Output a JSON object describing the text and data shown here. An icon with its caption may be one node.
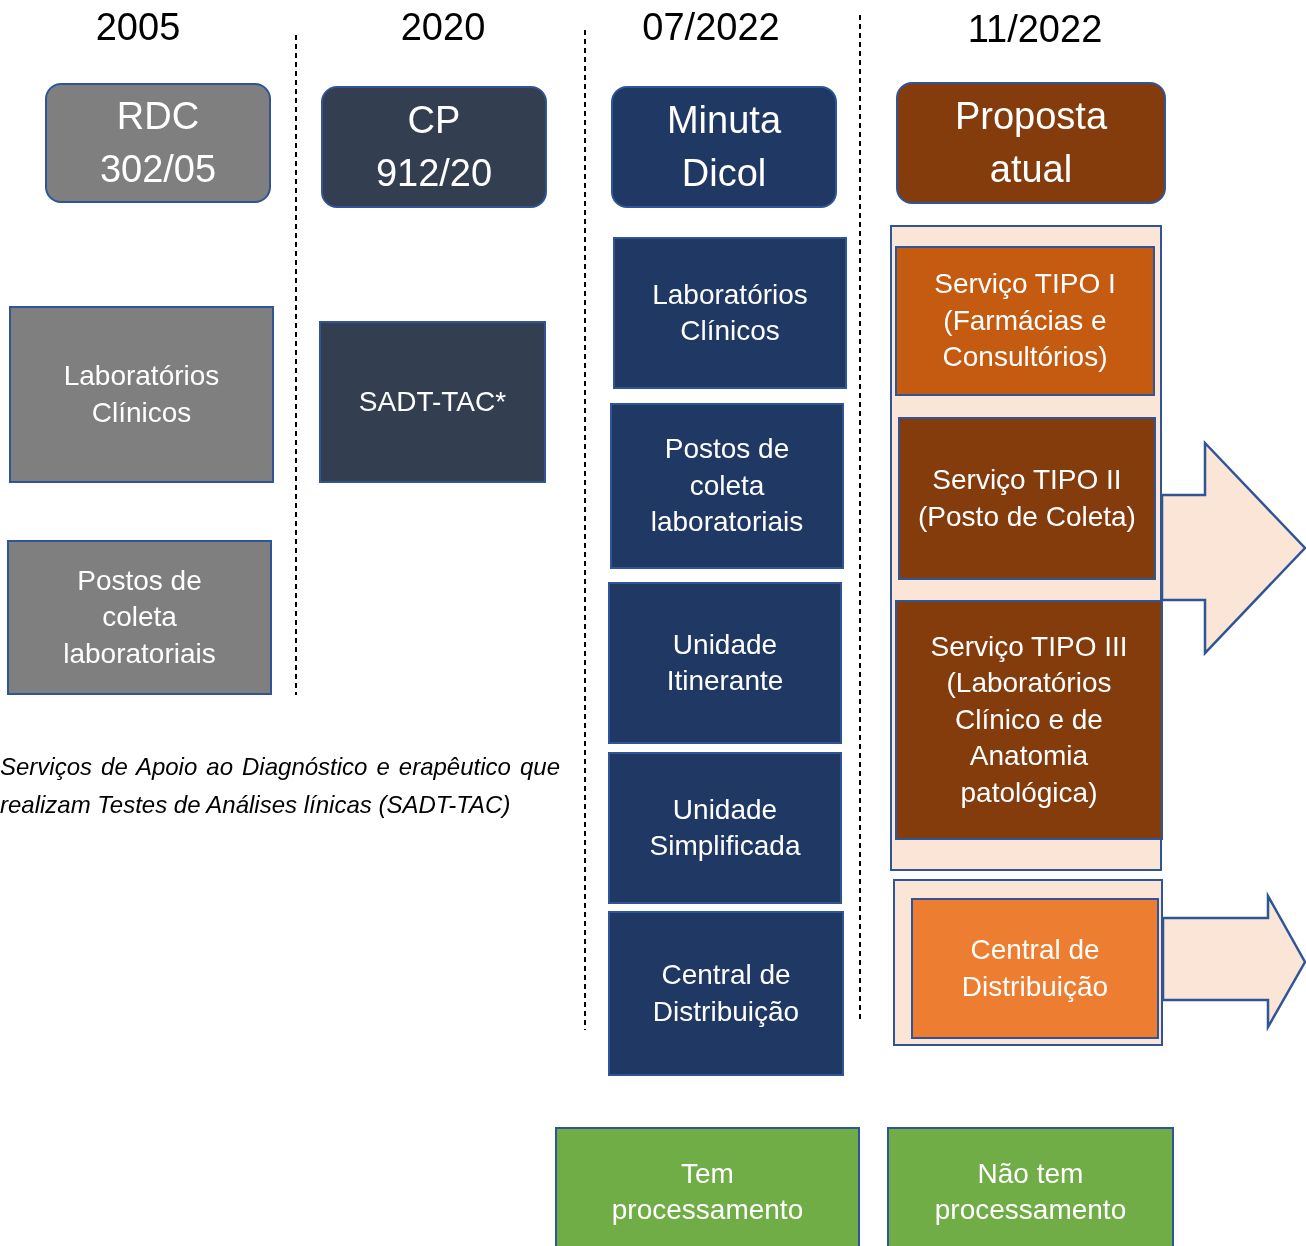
{
  "diagram": {
    "nodes": [
      {
        "text": [
          "RDC 302/05"
        ]
      },
      {
        "text": [
          "Laboratórios Clínicos"
        ]
      },
      {
        "text": [
          "Postos de coleta laboratoriais"
        ]
      },
      {
        "text": [
          "CP 912/20"
        ]
      },
      {
        "text": [
          "SADT-TAC*"
        ]
      },
      {
        "text": [
          "Minuta Dicol"
        ]
      },
      {
        "text": [
          "Laboratórios Clínicos"
        ]
      },
      {
        "text": [
          "Postos de coleta laboratoriais"
        ]
      },
      {
        "text": [
          "Unidade Itinerante"
        ]
      },
      {
        "text": [
          "Unidade Simplificada"
        ]
      },
      {
        "text": [
          "Central de Distribuição"
        ]
      },
      {
        "text": [
          "Proposta atual"
        ]
      },
      {
        "text": [],
        "shape": "box"
      },
      {
        "text": [
          "Serviço TIPO I (Farmácias e Consultórios)"
        ],
        "in": 12
      },
      {
        "text": [
          "Serviço TIPO II (Posto de Coleta)"
        ],
        "in": 12
      },
      {
        "text": [
          "Serviço TIPO III (Laboratórios Clínico e de Anatomia patológica)"
        ],
        "in": 12
      },
      {
        "text": [],
        "shape": "box"
      },
      {
        "text": [
          "Central de Distribuição"
        ],
        "in": 16
      },
      {
        "text": [
          "Tem processamento"
        ]
      },
      {
        "text": [
          "Não tem processamento"
        ]
      }
    ],
    "edges": [
      {
        "from": 12,
        "to": null,
        "arrow": "to"
      },
      {
        "from": 16,
        "to": null,
        "arrow": "to"
      }
    ],
    "labels": [
      "2005",
      "2020",
      "07/2022",
      "11/2022",
      "Serviços de Apoio ao Diagnóstico e erapêutico que realizam Testes de Análises línicas (SADT-TAC)"
    ]
  }
}
